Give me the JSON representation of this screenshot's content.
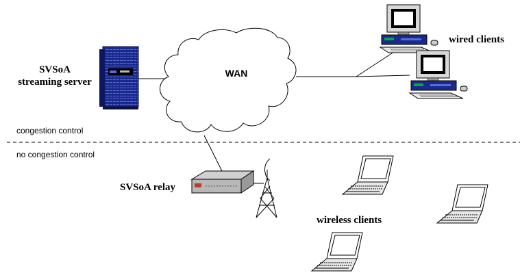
{
  "labels": {
    "server_line1": "SVSoA",
    "server_line2": "streaming server",
    "wan": "WAN",
    "wired_clients": "wired clients",
    "congestion": "congestion control",
    "no_congestion": "no congestion control",
    "relay": "SVSoA relay",
    "wireless_clients": "wireless clients"
  },
  "icons": {
    "server": "server-tower-icon",
    "cloud": "wan-cloud-icon",
    "desktop": "desktop-computer-icon",
    "relay": "relay-device-icon",
    "antenna": "antenna-tower-icon",
    "laptop": "laptop-icon"
  },
  "colors": {
    "server_blue": "#1a2a8c",
    "relay_red": "#c0392b",
    "line": "#000000"
  }
}
